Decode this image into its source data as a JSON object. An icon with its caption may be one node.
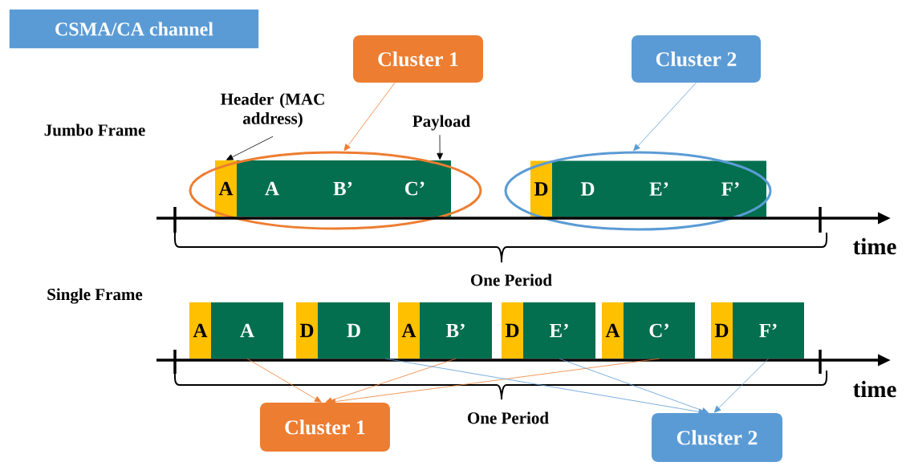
{
  "diagram": {
    "nodes": [
      {
        "text": [
          "CSMA/CA channel"
        ]
      },
      {
        "text": [
          "Cluster 1"
        ]
      },
      {
        "text": [
          "Cluster 2"
        ]
      },
      {
        "text": [
          "Header (MAC address)"
        ]
      },
      {
        "text": [
          "Payload"
        ]
      },
      {
        "text": [],
        "shape": "ellipse"
      },
      {
        "text": [
          "A"
        ],
        "in": 5
      },
      {
        "text": [
          "A"
        ],
        "in": 5
      },
      {
        "text": [
          "B’"
        ],
        "in": 5
      },
      {
        "text": [
          "C’"
        ],
        "in": 5
      },
      {
        "text": [],
        "shape": "ellipse"
      },
      {
        "text": [
          "D"
        ],
        "in": 10
      },
      {
        "text": [
          "D"
        ],
        "in": 10
      },
      {
        "text": [
          "E’"
        ],
        "in": 10
      },
      {
        "text": [
          "F’"
        ],
        "in": 10
      },
      {
        "text": [
          "A"
        ]
      },
      {
        "text": [
          "A"
        ]
      },
      {
        "text": [
          "D"
        ]
      },
      {
        "text": [
          "D"
        ]
      },
      {
        "text": [
          "A"
        ]
      },
      {
        "text": [
          "B’"
        ]
      },
      {
        "text": [
          "D"
        ]
      },
      {
        "text": [
          "E’"
        ]
      },
      {
        "text": [
          "A"
        ]
      },
      {
        "text": [
          "C’"
        ]
      },
      {
        "text": [
          "D"
        ]
      },
      {
        "text": [
          "F’"
        ]
      },
      {
        "text": [
          "Cluster 1"
        ]
      },
      {
        "text": [
          "Cluster 2"
        ]
      }
    ],
    "edges": [
      {
        "from": 1,
        "to": 5,
        "arrow": "to",
        "color": "#ed7d31"
      },
      {
        "from": 2,
        "to": 10,
        "arrow": "to",
        "color": "#5b9bd5"
      },
      {
        "from": 3,
        "to": 6,
        "arrow": "to",
        "color": "#000000"
      },
      {
        "from": 4,
        "to": 9,
        "arrow": "to",
        "color": "#000000"
      },
      {
        "from": 16,
        "to": 27,
        "arrow": "to",
        "color": "#ed7d31"
      },
      {
        "from": 20,
        "to": 27,
        "arrow": "to",
        "color": "#ed7d31"
      },
      {
        "from": 24,
        "to": 27,
        "arrow": "to",
        "color": "#ed7d31"
      },
      {
        "from": 18,
        "to": 28,
        "arrow": "to",
        "color": "#5b9bd5"
      },
      {
        "from": 22,
        "to": 28,
        "arrow": "to",
        "color": "#5b9bd5"
      },
      {
        "from": 26,
        "to": 28,
        "arrow": "to",
        "color": "#5b9bd5"
      }
    ],
    "labels": [
      "Jumbo Frame",
      "time",
      "One Period",
      "Single Frame",
      "time",
      "One Period"
    ]
  }
}
